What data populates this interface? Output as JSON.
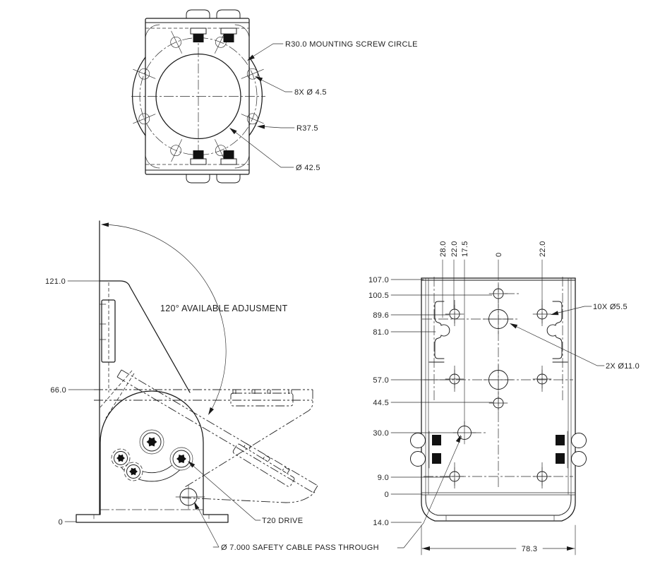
{
  "top_view": {
    "callout_screw_circle": "R30.0 MOUNTING SCREW CIRCLE",
    "callout_screw_holes": "8X Ø 4.5",
    "callout_outer_radius": "R37.5",
    "callout_bore": "Ø 42.5"
  },
  "side_view": {
    "dim_top": "121.0",
    "dim_mid": "66.0",
    "dim_zero": "0",
    "angle_note": "120° AVAILABLE ADJUSMENT",
    "callout_t20": "T20 DRIVE",
    "callout_safety": "Ø 7.000 SAFETY CABLE PASS THROUGH"
  },
  "front_view": {
    "left_dims": [
      "107.0",
      "100.5",
      "89.6",
      "81.0",
      "57.0",
      "44.5",
      "30.0",
      "9.0",
      "0",
      "14.0"
    ],
    "top_dims": [
      "28.0",
      "22.0",
      "17.5",
      "0",
      "22.0"
    ],
    "callout_small_holes": "10X Ø5.5",
    "callout_big_holes": "2X Ø11.0",
    "dim_width": "78.3"
  }
}
